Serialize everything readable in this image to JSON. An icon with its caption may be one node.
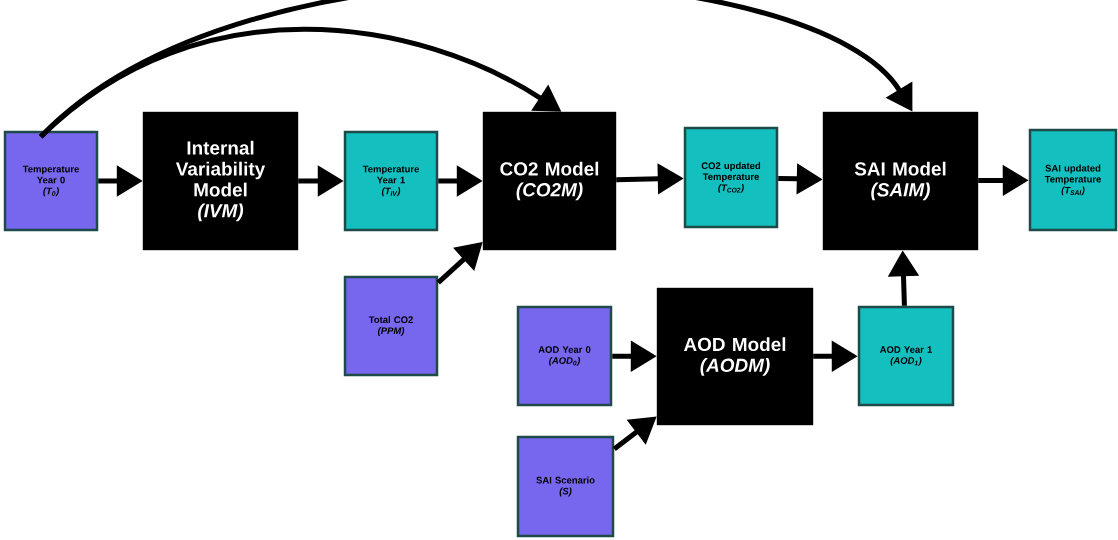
{
  "diagram": {
    "nodes": [
      {
        "text": [
          "Temperature Year 0",
          "(T$_{0}$)"
        ]
      },
      {
        "text": [
          "Internal Variability Model",
          "(IVM)"
        ]
      },
      {
        "text": [
          "Temperature Year 1",
          "(T$_{IV}$)"
        ]
      },
      {
        "text": [
          "CO2 Model",
          "(CO2M)"
        ]
      },
      {
        "text": [
          "Total CO2",
          "(PPM)"
        ]
      },
      {
        "text": [
          "CO2 updated Temperature",
          "(T$_{CO2}$)"
        ]
      },
      {
        "text": [
          "SAI Model",
          "(SAIM)"
        ]
      },
      {
        "text": [
          "SAI updated Temperature",
          "(T$_{SAI}$)"
        ]
      },
      {
        "text": [
          "AOD Year 0",
          "(AOD$_{0}$)"
        ]
      },
      {
        "text": [
          "AOD Model",
          "(AODM)"
        ]
      },
      {
        "text": [
          "AOD Year 1",
          "(AOD$_{1}$)"
        ]
      },
      {
        "text": [
          "SAI Scenario",
          "(S)"
        ]
      }
    ],
    "edges": [
      {
        "from": 0,
        "to": 1,
        "arrow": "to"
      },
      {
        "from": 1,
        "to": 2,
        "arrow": "to"
      },
      {
        "from": 2,
        "to": 3,
        "arrow": "to"
      },
      {
        "from": 4,
        "to": 3,
        "arrow": "to"
      },
      {
        "from": 3,
        "to": 5,
        "arrow": "to"
      },
      {
        "from": 5,
        "to": 6,
        "arrow": "to"
      },
      {
        "from": 6,
        "to": 7,
        "arrow": "to"
      },
      {
        "from": 8,
        "to": 9,
        "arrow": "to"
      },
      {
        "from": 11,
        "to": 9,
        "arrow": "to"
      },
      {
        "from": 9,
        "to": 10,
        "arrow": "to"
      },
      {
        "from": 10,
        "to": 6,
        "arrow": "to"
      },
      {
        "from": 0,
        "to": 3,
        "arrow": "to"
      },
      {
        "from": 0,
        "to": 6,
        "arrow": "to"
      }
    ]
  }
}
